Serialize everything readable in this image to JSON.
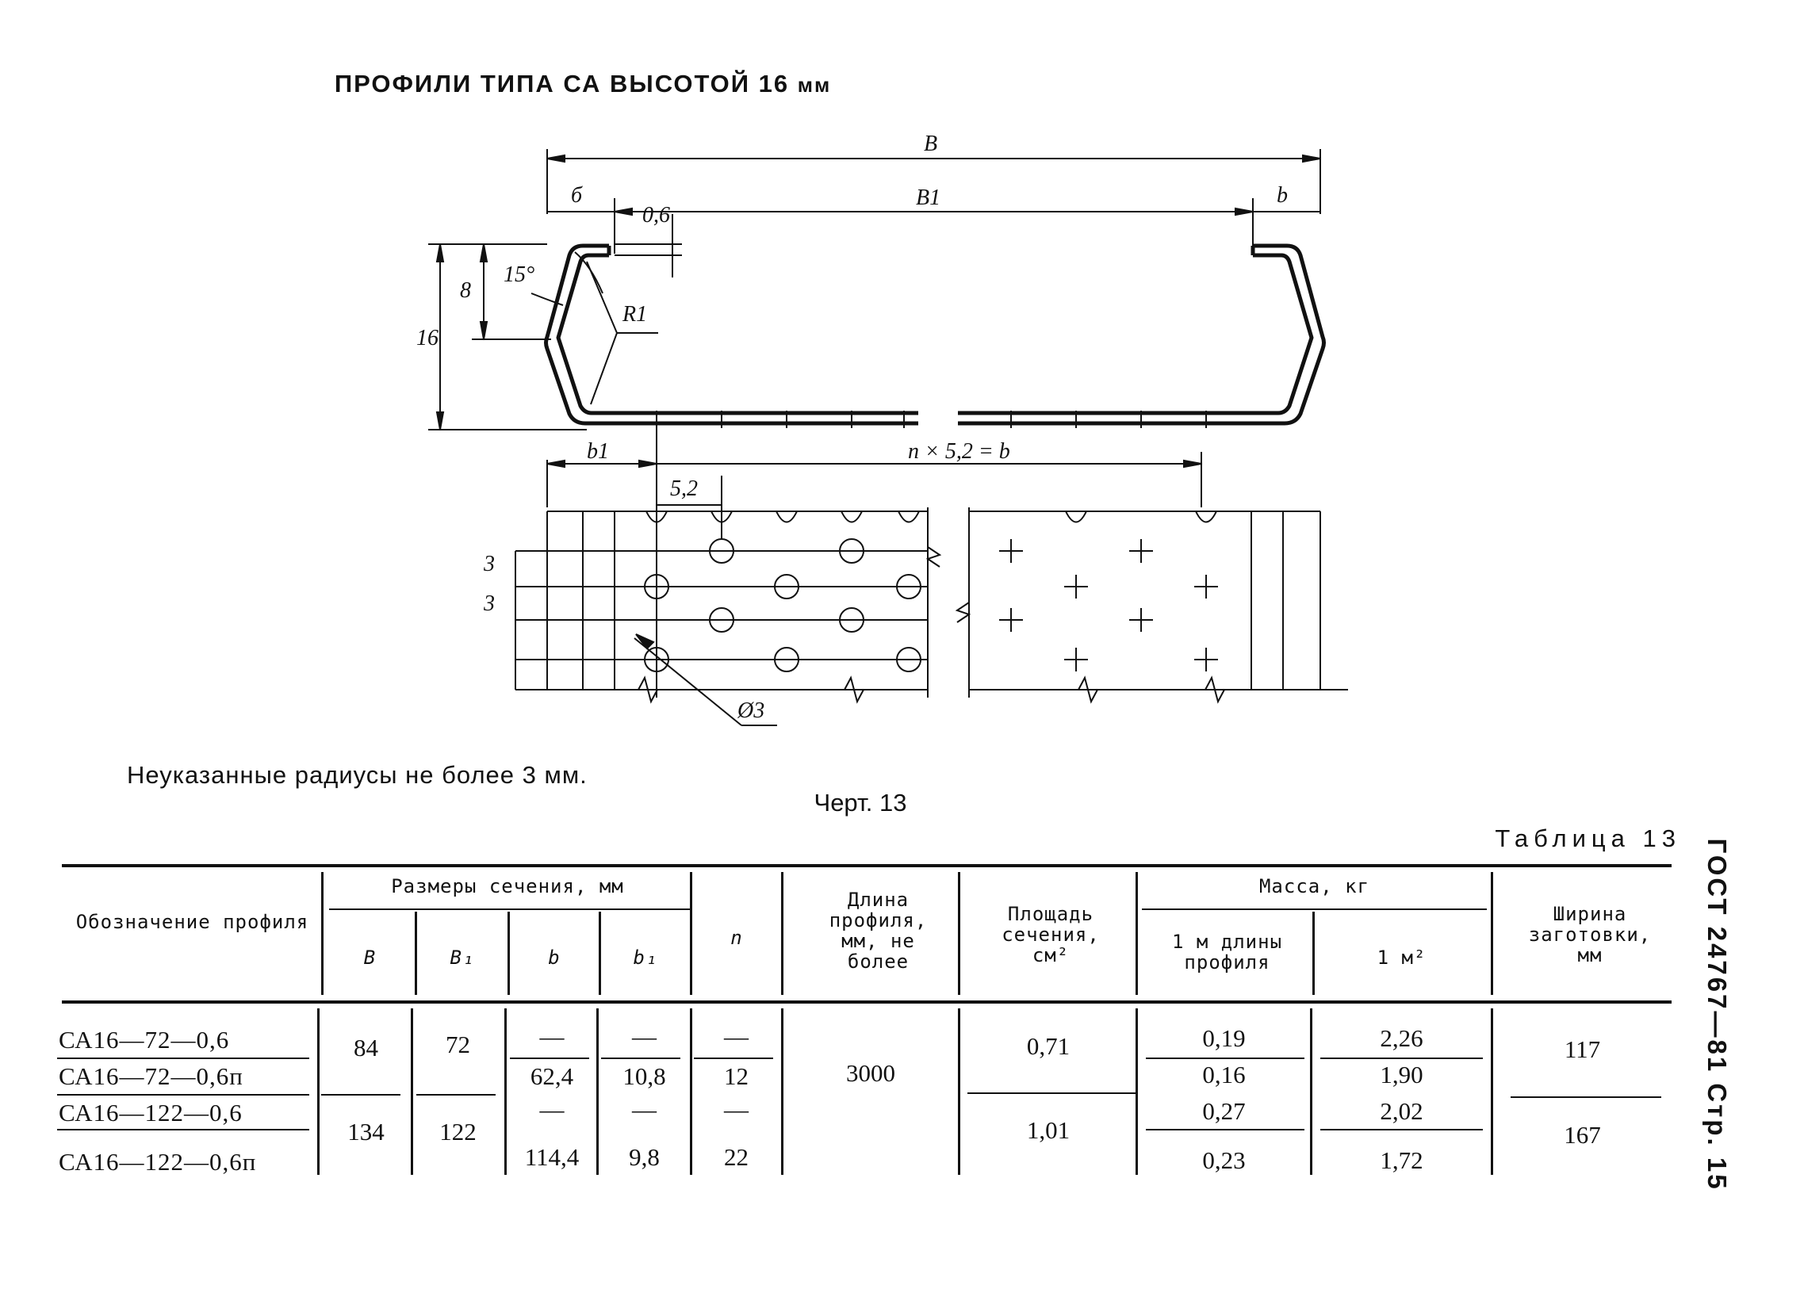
{
  "title": {
    "main": "ПРОФИЛИ ТИПА СА ВЫСОТОЙ 16",
    "unit": "мм"
  },
  "drawing": {
    "labels": {
      "B": "B",
      "B1": "B1",
      "b_left": "б",
      "b_right": "b",
      "t": "0,6",
      "h": "16",
      "h8": "8",
      "angle": "15°",
      "radius": "R1",
      "b1": "b1",
      "pitch_formula": "n × 5,2 = b",
      "pitch": "5,2",
      "hole_step_1": "3",
      "hole_step_2": "3",
      "hole_dia": "Ø3"
    }
  },
  "note": "Неуказанные радиусы не более 3 мм.",
  "figure_caption": "Черт. 13",
  "table_caption": "Таблица 13",
  "side_text": "ГОСТ 24767—81 Стр. 15",
  "table": {
    "headers": {
      "designation": "Обозначение профиля",
      "section": "Размеры сечения, мм",
      "B": "B",
      "B1": "B₁",
      "b": "b",
      "b1": "b₁",
      "n": "n",
      "length": "Длина профиля, мм, не более",
      "area": "Площадь сечения, см²",
      "mass": "Масса, кг",
      "mass_1m": "1 м длины профиля",
      "mass_m2": "1 м²",
      "width": "Ширина заготовки, мм"
    },
    "rows": [
      {
        "designation": "СА16—72—0,6",
        "b": "—",
        "b1": "—",
        "n": "—",
        "mass_1m": "0,19",
        "mass_m2": "2,26"
      },
      {
        "designation": "СА16—72—0,6п",
        "b": "62,4",
        "b1": "10,8",
        "n": "12",
        "mass_1m": "0,16",
        "mass_m2": "1,90"
      },
      {
        "designation": "СА16—122—0,6",
        "b": "—",
        "b1": "—",
        "n": "—",
        "mass_1m": "0,27",
        "mass_m2": "2,02"
      },
      {
        "designation": "СА16—122—0,6п",
        "b": "114,4",
        "b1": "9,8",
        "n": "22",
        "mass_1m": "0,23",
        "mass_m2": "1,72"
      }
    ],
    "groups": [
      {
        "B": "84",
        "B1": "72",
        "area": "0,71",
        "width": "117"
      },
      {
        "B": "134",
        "B1": "122",
        "area": "1,01",
        "width": "167"
      }
    ],
    "length_all": "3000"
  }
}
